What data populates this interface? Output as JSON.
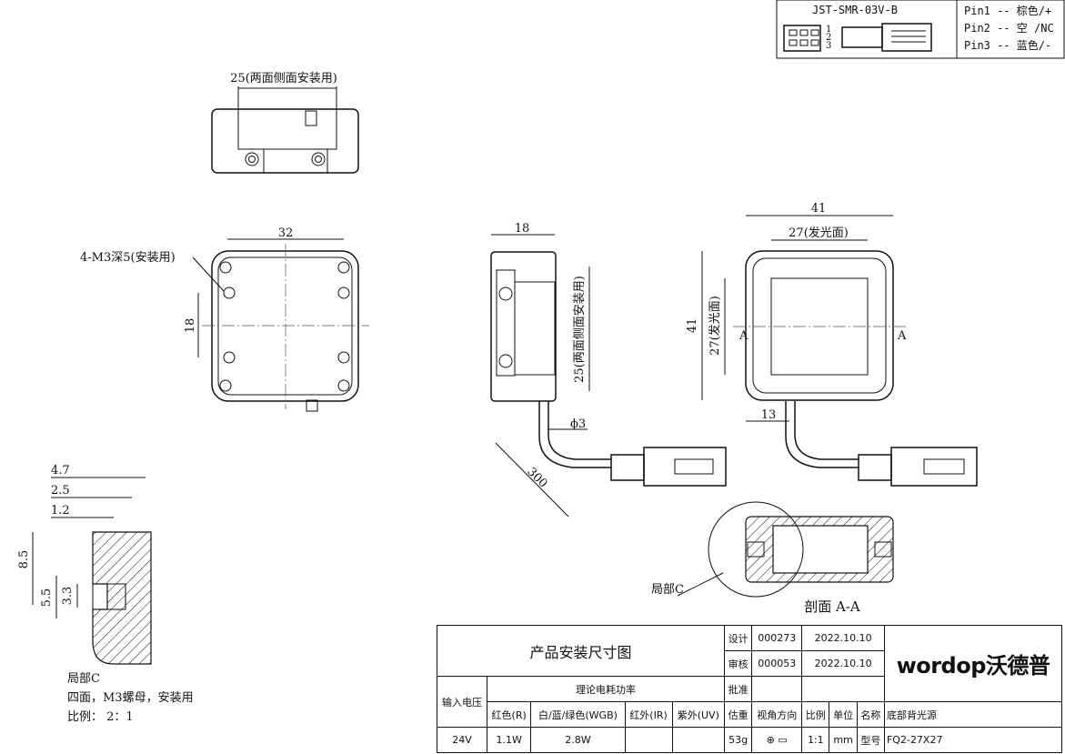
{
  "connector": {
    "model": "JST-SMR-03V-B",
    "pin_numbers": [
      "1",
      "2",
      "3"
    ],
    "pins": [
      "Pin1 -- 棕色/+",
      "Pin2 -- 空 /NC",
      "Pin3 -- 蓝色/-"
    ]
  },
  "top_view": {
    "dim_width": "25(两面侧面安装用)"
  },
  "front_view": {
    "dim_width": "32",
    "dim_height": "18",
    "hole_callout": "4-M3深5(安装用)"
  },
  "side_view": {
    "dim_depth": "18",
    "dim_side": "25(两面侧面安装用)",
    "dim_cable_dia": "ϕ3",
    "dim_cable_len": "300"
  },
  "light_view": {
    "dim_outer_w": "41",
    "dim_emit_w": "27(发光面)",
    "dim_outer_h": "41",
    "dim_emit_h": "27(发光面)",
    "dim_offset": "13",
    "section_mark": "A"
  },
  "section": {
    "title": "剖面 A-A",
    "local_label": "局部C"
  },
  "detail": {
    "dims": [
      "4.7",
      "2.5",
      "1.2",
      "8.5",
      "5.5",
      "3.3"
    ],
    "notes": [
      "局部C",
      "四面，M3螺母，安装用",
      "比例： 2：1"
    ]
  },
  "title_block": {
    "title": "产品安装尺寸图",
    "design_label": "设计",
    "design_code": "000273",
    "design_date": "2022.10.10",
    "review_label": "审核",
    "review_code": "000053",
    "review_date": "2022.10.10",
    "approve_label": "批准",
    "input_label": "输入电压",
    "power_label": "理论电耗功率",
    "red": "红色(R)",
    "rgb": "白/蓝/绿色(WGB)",
    "ir": "红外(IR)",
    "uv": "紫外(UV)",
    "weight_label": "估重",
    "view_label": "视角方向",
    "scale_label": "比例",
    "unit_label": "单位",
    "name_label": "名称",
    "name_value": "底部背光源",
    "voltage": "24V",
    "red_w": "1.1W",
    "rgb_w": "2.8W",
    "weight": "53g",
    "scale": "1:1",
    "unit": "mm",
    "model_label": "型号",
    "model_value": "FQ2-27X27",
    "brand": "wordop沃德普"
  }
}
